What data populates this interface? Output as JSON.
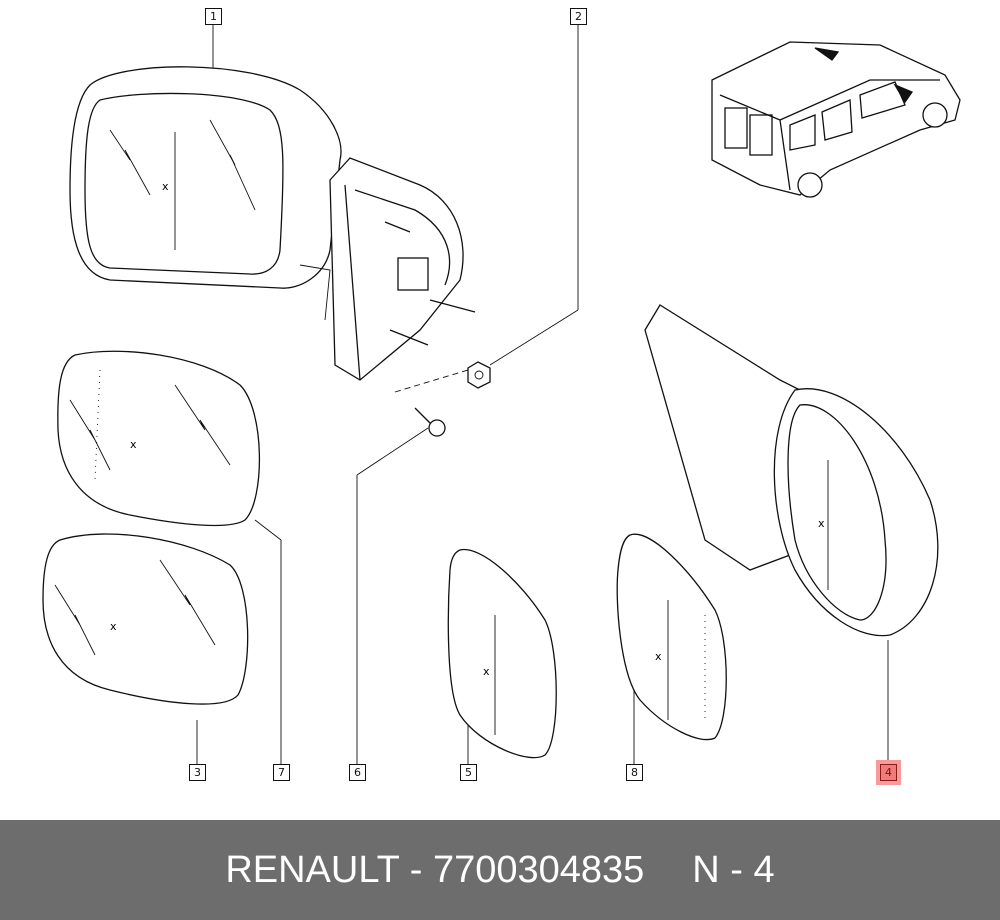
{
  "callouts": [
    {
      "id": "1",
      "label": "1",
      "highlighted": false
    },
    {
      "id": "2",
      "label": "2",
      "highlighted": false
    },
    {
      "id": "3",
      "label": "3",
      "highlighted": false
    },
    {
      "id": "4",
      "label": "4",
      "highlighted": true
    },
    {
      "id": "5",
      "label": "5",
      "highlighted": false
    },
    {
      "id": "6",
      "label": "6",
      "highlighted": false
    },
    {
      "id": "7",
      "label": "7",
      "highlighted": false
    },
    {
      "id": "8",
      "label": "8",
      "highlighted": false
    }
  ],
  "highlight_color": "#f07b7b",
  "footer": {
    "part_text": "RENAULT - 7700304835",
    "position_text": "N - 4"
  }
}
